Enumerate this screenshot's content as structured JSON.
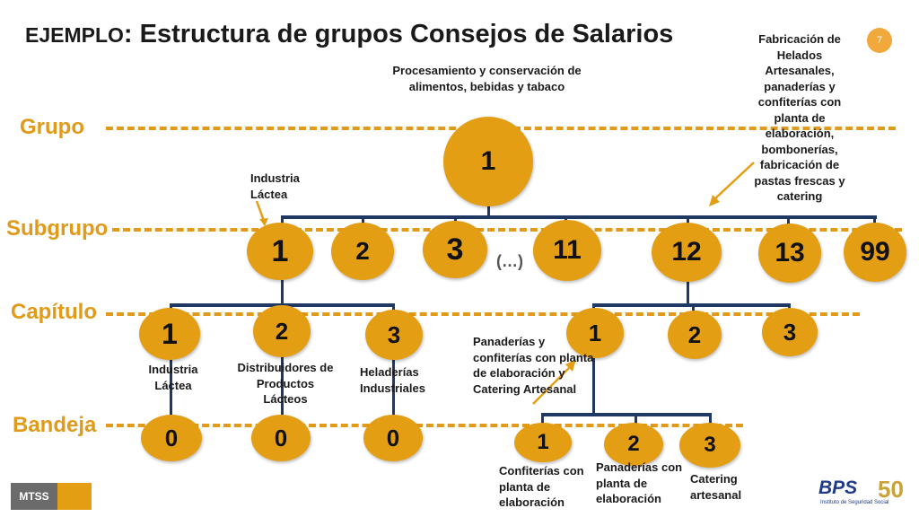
{
  "title": {
    "part1": "EJEMPLO",
    "part2": ": Estructura de grupos Consejos de Salarios"
  },
  "slide_number": "7",
  "levels": {
    "grupo": "Grupo",
    "subgrupo": "Subgrupo",
    "capitulo": "Capítulo",
    "bandeja": "Bandeja"
  },
  "group": {
    "number": "1",
    "label": "Procesamiento y conservación de alimentos, bebidas y tabaco"
  },
  "subgroups": [
    "1",
    "2",
    "3",
    "11",
    "12",
    "13",
    "99"
  ],
  "ellipsis": "(…)",
  "subgroup_1_note": "Industria Láctea",
  "subgroup_12_note": "Fabricación de Helados Artesanales, panaderías y confiterías con planta de elaboración, bombonerías, fabricación de pastas frescas y catering",
  "chapters_left": [
    {
      "number": "1",
      "label": "Industria Láctea"
    },
    {
      "number": "2",
      "label": "Distribuidores de Productos Lácteos"
    },
    {
      "number": "3",
      "label": "Heladerías Industriales"
    }
  ],
  "chapters_right": [
    {
      "number": "1"
    },
    {
      "number": "2"
    },
    {
      "number": "3"
    }
  ],
  "chapter_right_1_note": "Panaderías y confiterías con planta de elaboración y Catering Artesanal",
  "trays_left": [
    "0",
    "0",
    "0"
  ],
  "trays_right": [
    {
      "number": "1",
      "label": "Confiterías con planta de elaboración"
    },
    {
      "number": "2",
      "label": "Panaderías con planta de elaboración"
    },
    {
      "number": "3",
      "label": "Catering artesanal"
    }
  ],
  "logos": {
    "mtss": "MTSS",
    "bps": "BPS",
    "bps_sub": "Instituto de Seguridad Social",
    "bps_anniv": "50"
  }
}
